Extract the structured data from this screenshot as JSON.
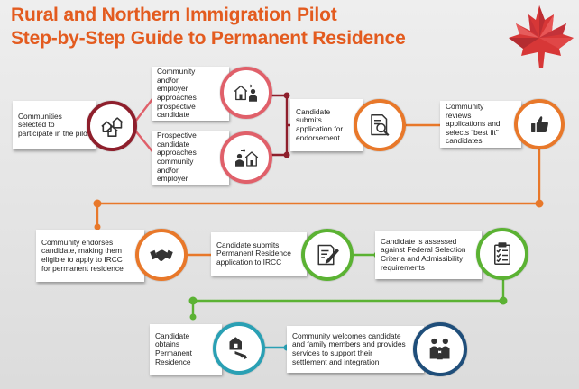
{
  "header": {
    "title_line1": "Rural and Northern Immigration Pilot",
    "title_line2": "Step-by-Step Guide to Permanent Residence"
  },
  "icons": {
    "leaf": "maple-leaf-icon",
    "houses": "houses-icon",
    "employer_approaches": "person-approaches-house-icon",
    "candidate_approaches": "person-approaches-house-icon",
    "endorsement": "document-magnifier-icon",
    "best_fit": "thumbs-up-icon",
    "endorses": "handshake-icon",
    "pr_application": "document-pen-icon",
    "assessed": "clipboard-checklist-icon",
    "obtains_pr": "key-house-icon",
    "welcomes": "family-icon"
  },
  "steps": {
    "communities_selected": "Communities selected to participate in the pilot",
    "employer_approaches": "Community and/or employer approaches prospective candidate",
    "candidate_approaches": "Prospective candidate approaches community and/or employer",
    "submits_endorsement": "Candidate submits application for endorsement",
    "reviews_applications": "Community reviews applications and selects “best fit” candidates",
    "endorses_candidate": "Community endorses candidate, making them eligible to apply to IRCC for permanent residence",
    "submits_pr": "Candidate submits Permanent Residence application to IRCC",
    "assessed": "Candidate is assessed against Federal Selection Criteria and Admissibility requirements",
    "obtains_pr": "Candidate obtains Permanent Residence",
    "welcomes": "Community welcomes candidate and family members and provides services to support their settlement and integration"
  },
  "colors": {
    "title": "#e35b1f",
    "maroon": "#8e1f2c",
    "salmon": "#e0606a",
    "orange": "#e8782a",
    "green": "#5bb233",
    "teal": "#2aa0b4",
    "navy": "#1f4e7a",
    "leaf": "#d62828"
  }
}
